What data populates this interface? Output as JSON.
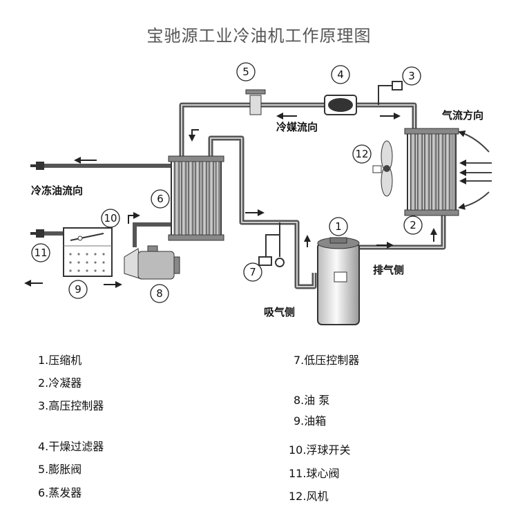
{
  "title": "宝驰源工业冷油机工作原理图",
  "labels": {
    "refrigerant_flow": "冷媒流向",
    "airflow_direction": "气流方向",
    "chilled_oil_flow": "冷冻油流向",
    "discharge_side": "排气侧",
    "suction_side": "吸气侧"
  },
  "callouts": [
    "1",
    "2",
    "3",
    "4",
    "5",
    "6",
    "7",
    "8",
    "9",
    "10",
    "11",
    "12"
  ],
  "legend": [
    {
      "no": "1.",
      "text": "压缩机"
    },
    {
      "no": "2.",
      "text": "冷凝器"
    },
    {
      "no": "3.",
      "text": "高压控制器"
    },
    {
      "no": "4.",
      "text": "干燥过滤器"
    },
    {
      "no": "5.",
      "text": "膨胀阀"
    },
    {
      "no": "6.",
      "text": "蒸发器"
    },
    {
      "no": "7.",
      "text": "低压控制器"
    },
    {
      "no": "8.",
      "text": "油 泵"
    },
    {
      "no": "9.",
      "text": "油箱"
    },
    {
      "no": "10.",
      "text": "浮球开关"
    },
    {
      "no": "11.",
      "text": "球心阀"
    },
    {
      "no": "12.",
      "text": "风机"
    }
  ]
}
